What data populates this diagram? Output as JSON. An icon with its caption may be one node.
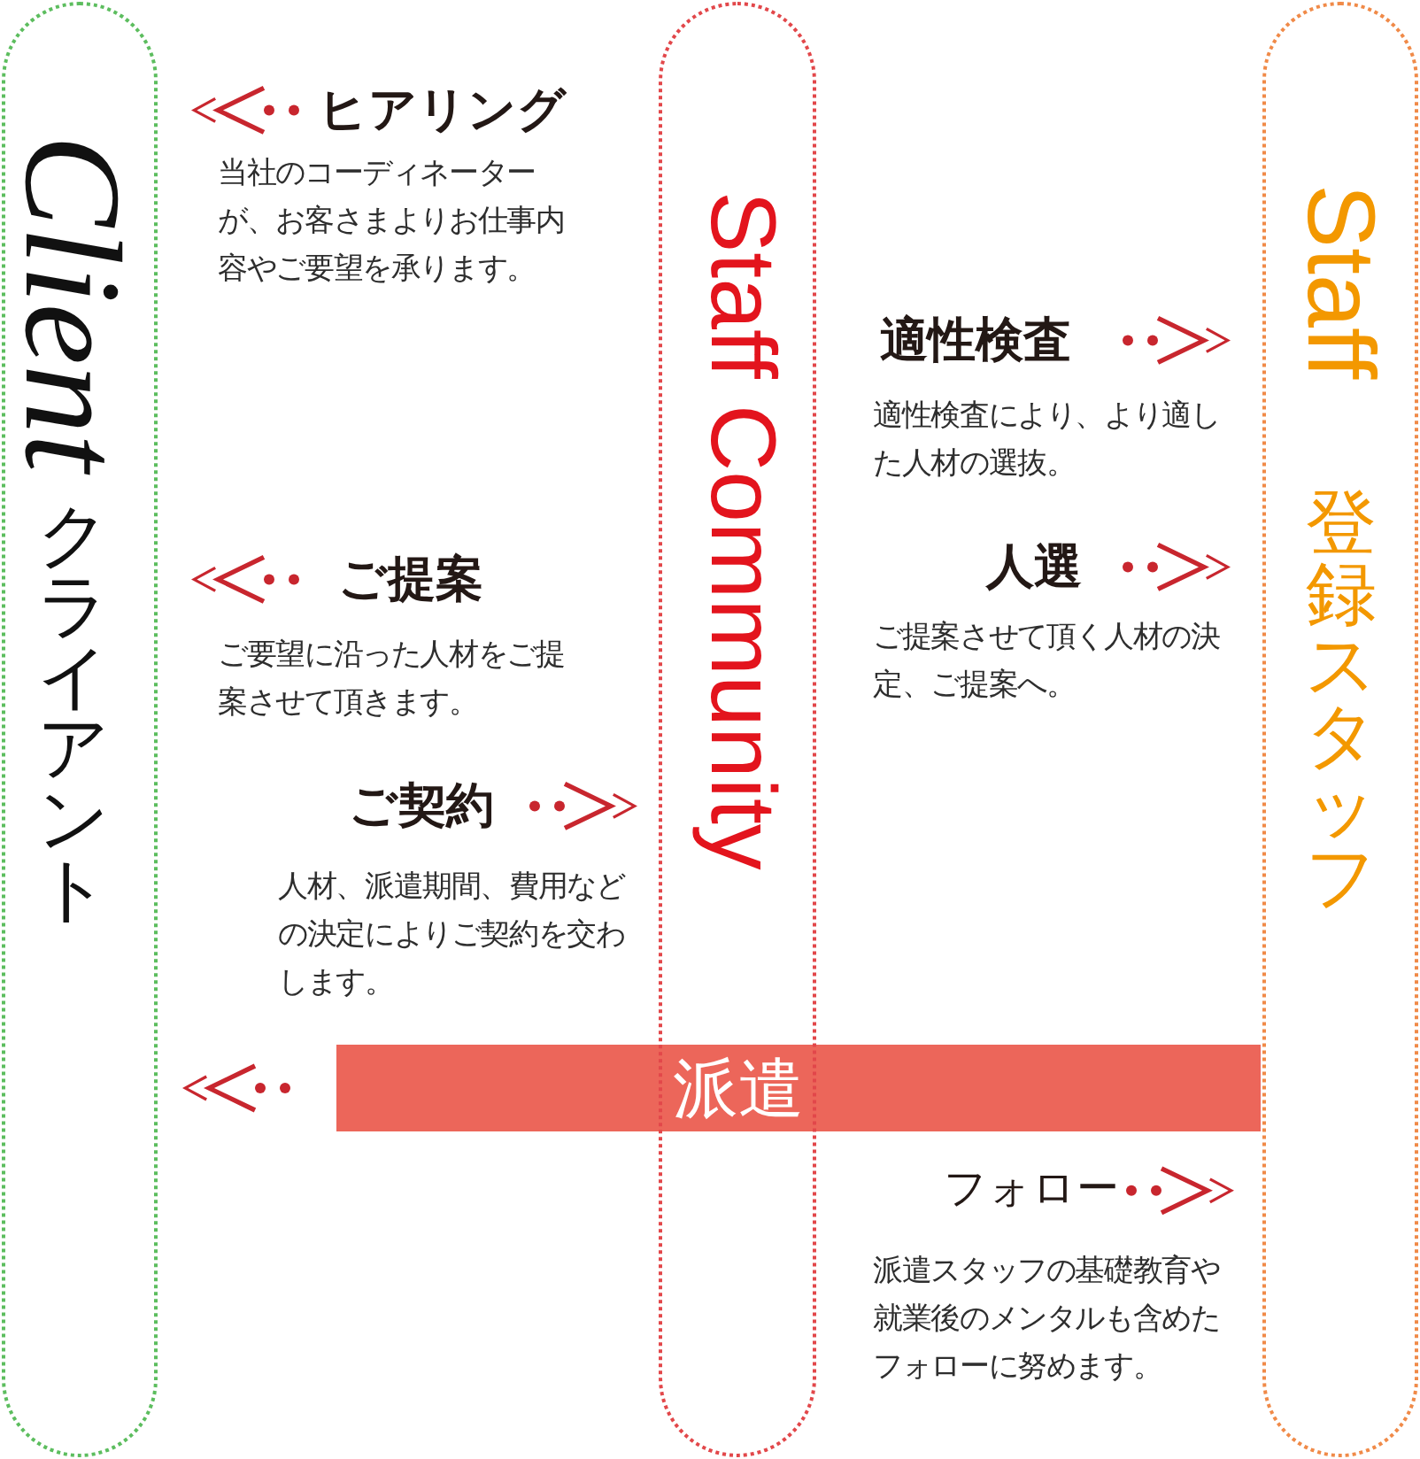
{
  "diagram": {
    "nodes": [
      {
        "text": [
          "Client",
          "クライアント"
        ]
      },
      {
        "text": [
          "Staff Community"
        ]
      },
      {
        "text": [
          "Staff",
          "登録スタッフ"
        ]
      },
      {
        "text": [
          "ヒアリング"
        ],
        "beside": [
          "当社のコーディネーターが、お客さまよりお仕事内容やご要望を承ります。"
        ]
      },
      {
        "text": [
          "適性検査"
        ],
        "beside": [
          "適性検査により、より適した人材の選抜。"
        ]
      },
      {
        "text": [
          "人選"
        ],
        "beside": [
          "ご提案させて頂く人材の決定、ご提案へ。"
        ]
      },
      {
        "text": [
          "ご提案"
        ],
        "beside": [
          "ご要望に沿った人材をご提案させて頂きます。"
        ]
      },
      {
        "text": [
          "ご契約"
        ],
        "beside": [
          "人材、派遣期間、費用などの決定によりご契約を交わします。"
        ]
      },
      {
        "text": [
          "派遣"
        ]
      },
      {
        "text": [
          "フォロー"
        ],
        "beside": [
          "派遣スタッフの基礎教育や就業後のメンタルも含めたフォローに努めます。"
        ]
      }
    ],
    "edges": [
      {
        "from": 3,
        "to": 0,
        "arrow": "to"
      },
      {
        "from": 4,
        "to": 2,
        "arrow": "to"
      },
      {
        "from": 5,
        "to": 2,
        "arrow": "to"
      },
      {
        "from": 6,
        "to": 0,
        "arrow": "to"
      },
      {
        "from": 7,
        "to": 1,
        "arrow": "to"
      },
      {
        "from": 8,
        "to": 0,
        "arrow": "to"
      },
      {
        "from": 9,
        "to": 2,
        "arrow": "to"
      }
    ]
  }
}
